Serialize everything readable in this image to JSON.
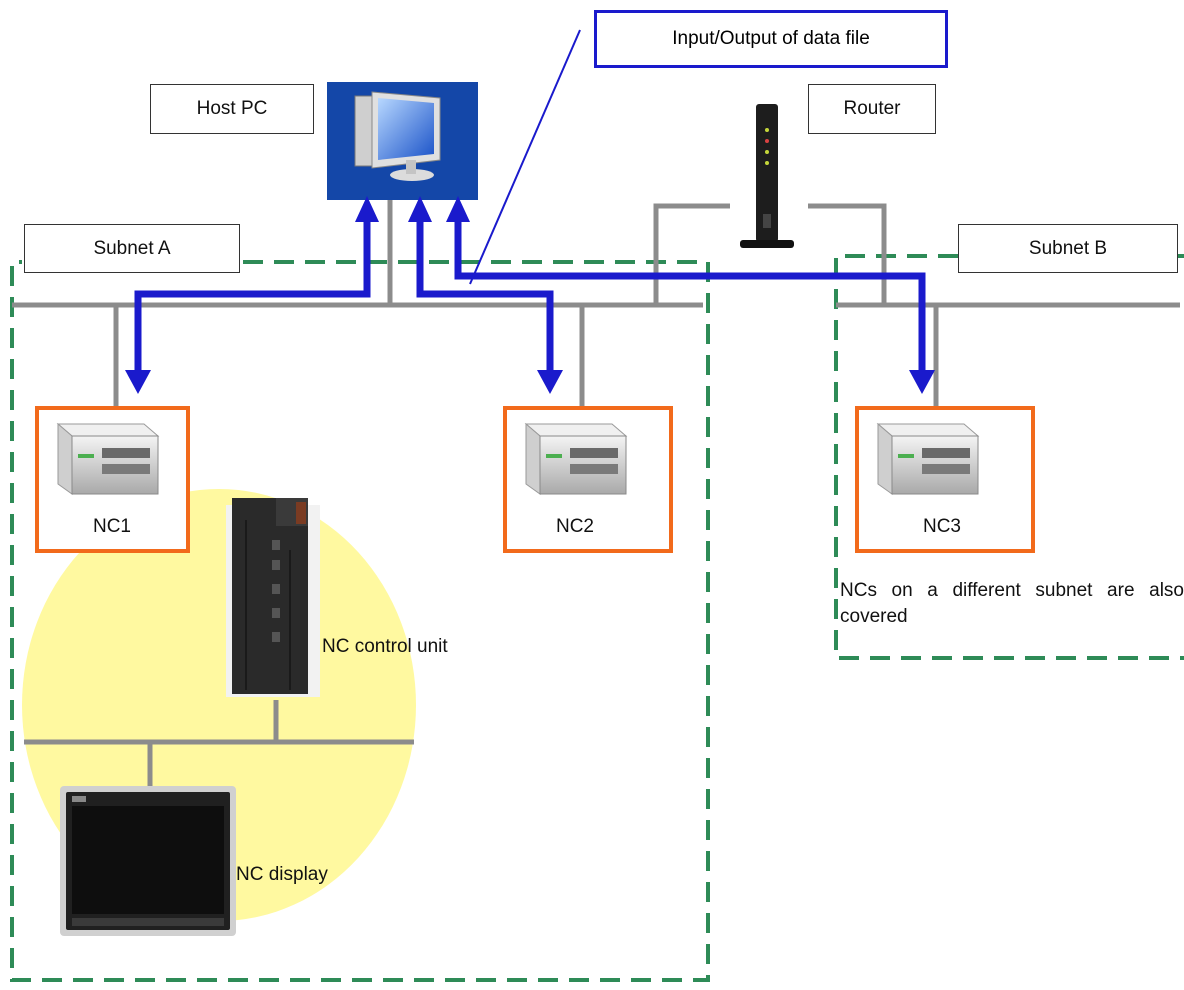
{
  "labels": {
    "host_pc": "Host PC",
    "router": "Router",
    "subnet_a": "Subnet A",
    "subnet_b": "Subnet B",
    "callout": "Input/Output of data file",
    "nc1": "NC1",
    "nc2": "NC2",
    "nc3": "NC3",
    "nc_control_unit": "NC control unit",
    "nc_display": "NC display",
    "note": "NCs on a different subnet are also covered"
  },
  "colors": {
    "arrow": "#1a1acc",
    "subnet_border": "#2e8b57",
    "nc_frame": "#f26a1b",
    "network_line": "#8c8c8c",
    "highlight": "#fff9a0",
    "host_pc_bg": "#1447a8"
  },
  "icons": {
    "host_pc": "desktop-computer-icon",
    "router": "router-icon",
    "nc": "server-box-icon",
    "nc_control_unit": "control-unit-icon",
    "nc_display": "touch-panel-icon"
  }
}
